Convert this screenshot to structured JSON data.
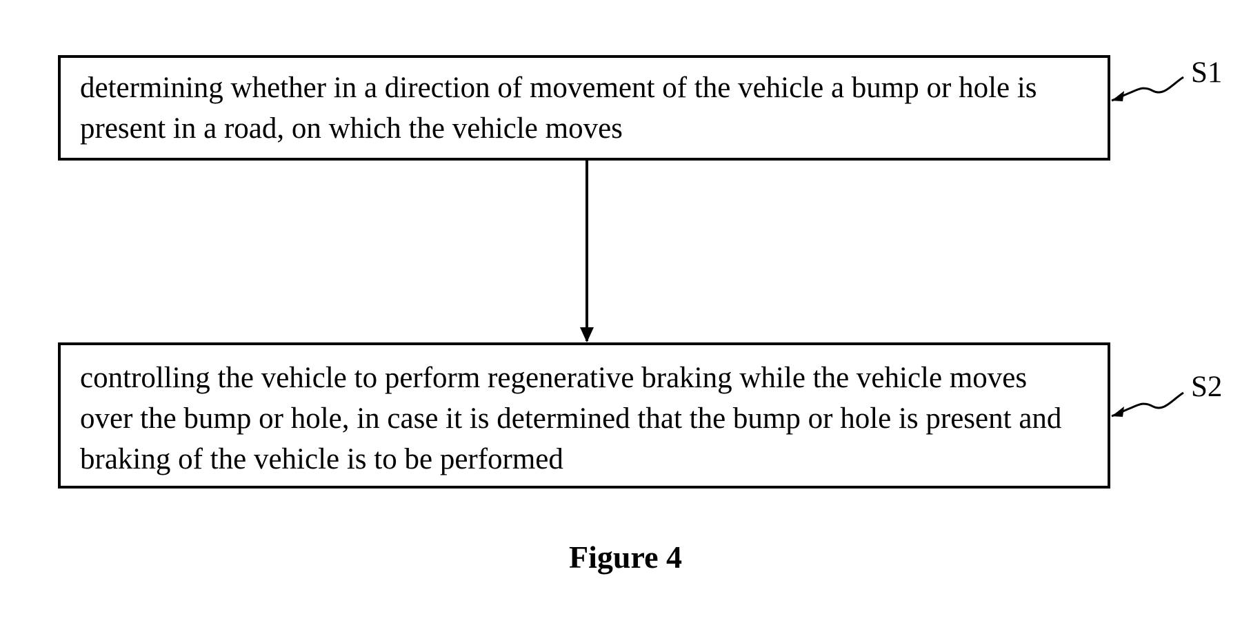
{
  "diagram": {
    "steps": [
      {
        "label": "S1",
        "text": "determining whether in a direction of movement of the vehicle a bump or hole is present in a road, on which the vehicle moves"
      },
      {
        "label": "S2",
        "text": "controlling the vehicle to perform regenerative braking while the vehicle moves over the bump or hole, in case it is determined that the bump or hole is present and braking of the vehicle is to be performed"
      }
    ],
    "caption": "Figure 4",
    "colors": {
      "stroke": "#000000",
      "background": "#ffffff"
    }
  }
}
